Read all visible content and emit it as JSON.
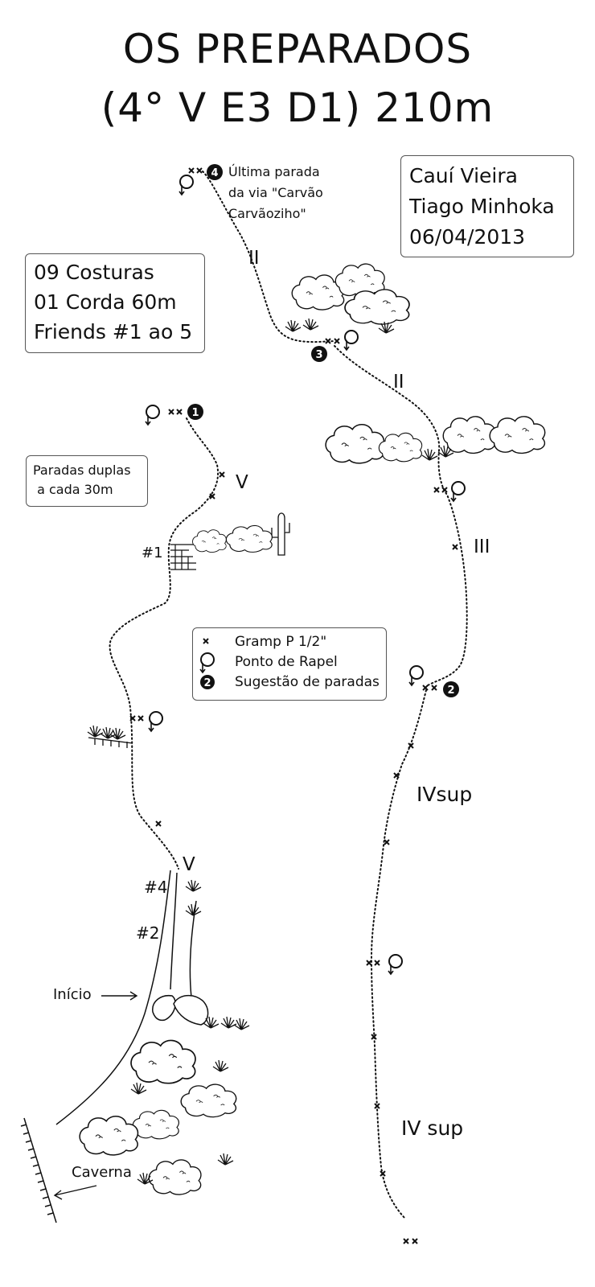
{
  "header": {
    "title_line1": "OS PREPARADOS",
    "title_line2": "(4° V E3 D1) 210m"
  },
  "authors": [
    "Cauí Vieira",
    "Tiago Minhoka",
    "06/04/2013"
  ],
  "gear": [
    "09 Costuras",
    "01 Corda 60m",
    "Friends #1 ao 5"
  ],
  "note": [
    "Paradas duplas",
    " a cada 30m"
  ],
  "legend": {
    "bolt": "Gramp P 1/2\"",
    "rappel": "Ponto de Rapel",
    "belay": "Sugestão de paradas",
    "belay_number": "2"
  },
  "belays": {
    "b1": "1",
    "b2": "2",
    "b3": "3",
    "b4": "4"
  },
  "last_belay_note": [
    "Última parada",
    "da via \"Carvão",
    "Carvãoziho\""
  ],
  "grades": {
    "g_top_ii": "II",
    "g_right_ii": "II",
    "g_left_v_top": "V",
    "g_right_iii": "III",
    "g_right_ivsup_upper": "IVsup",
    "g_left_v_bottom": "V",
    "g_right_ivsup_lower": "IV sup"
  },
  "gear_marks": {
    "friend_1": "#1",
    "friend_4": "#4",
    "friend_2": "#2"
  },
  "places": {
    "start": "Início",
    "cave": "Caverna"
  }
}
